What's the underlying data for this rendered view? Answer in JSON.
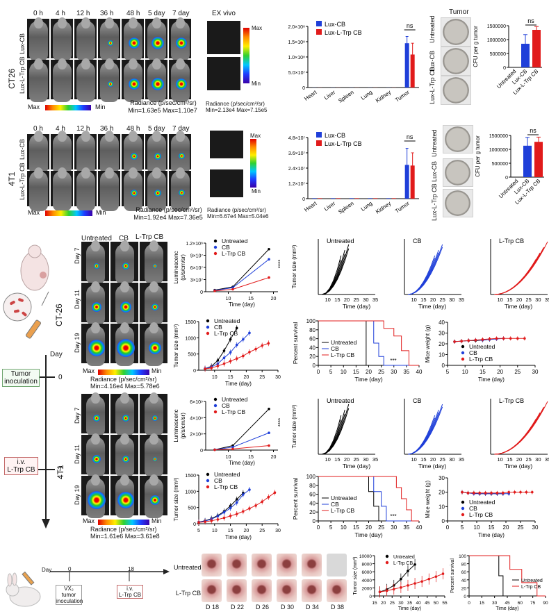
{
  "panelA": {
    "timepoints": [
      "0 h",
      "4 h",
      "12 h",
      "36 h",
      "48 h",
      "5 day",
      "7 day"
    ],
    "row_labels": [
      "Lux-CB",
      "Lux-L-Trp CB"
    ],
    "model": "CT26",
    "colorbar_max": "Max",
    "colorbar_min": "Min",
    "radiance_title": "Radiance (p/sec/cm²/sr)",
    "radiance_range": "Min=1.63e5 Max=1.10e7",
    "exvivo_title": "EX vivo",
    "exvivo_radiance_range": "Radiance (p/sec/cm²/sr)\nMin=2.13e4 Max=7.15e5",
    "tumor_title": "Tumor",
    "dish_labels": [
      "Untreated",
      "Lux-CB",
      "Lux-L-Trp CB"
    ]
  },
  "panelB": {
    "model": "4T1",
    "row_labels": [
      "Lux-CB",
      "Lux-L-Trp CB"
    ],
    "radiance_title": "Radiance (p/sec/cm²/sr)",
    "radiance_range": "Min=1.92e4 Max=7.36e5",
    "exvivo_radiance_range": "Radiance (p/sec/cm²/sr)\nMin=6.67e4 Max=5.04e6",
    "dish_labels": [
      "Untreated",
      "Lux-CB",
      "Lux-L-Trp CB"
    ],
    "colorbar_max": "Max",
    "colorbar_min": "Min"
  },
  "ivis": {
    "group_labels": [
      "Untreated",
      "CB",
      "L-Trp CB"
    ],
    "day_labels": [
      "Day 7",
      "Day 11",
      "Day 19"
    ],
    "ct26_label": "CT-26",
    "ct26_range": "Radiance (p/sec/cm²/sr)\nMin=4.16e4 Max=5.78e6",
    "t4_label": "4T1",
    "t4_range": "Radiance (p/sec/cm²/sr)\nMin=1.61e6 Max=3.61e8",
    "max": "Max",
    "min": "Min"
  },
  "timeline": {
    "day_label": "Day",
    "tumor_inoculation": "Tumor\ninoculation",
    "day0": "0",
    "iv_label": "i.v.\nL-Trp CB",
    "day7": "7"
  },
  "rabbit": {
    "day_label": "Day",
    "d0": "0",
    "d18": "18",
    "vx2": "VX₂ tumor\ninoculation",
    "iv": "i.v.\nL-Trp CB",
    "row_labels": [
      "Untreated",
      "L-Trp CB"
    ],
    "days": [
      "D 18",
      "D 22",
      "D 26",
      "D 30",
      "D 34",
      "D 38"
    ]
  },
  "colors": {
    "untreated": "#000000",
    "cb": "#1f3fd9",
    "ltrp": "#e11b1b"
  },
  "chart_data": [
    {
      "id": "ct26_exvivo_bar",
      "type": "bar",
      "categories": [
        "Heart",
        "Liver",
        "Spleen",
        "Lung",
        "Kidney",
        "Tumor"
      ],
      "series": [
        {
          "name": "Lux-CB",
          "values": [
            300000.0,
            300000.0,
            300000.0,
            300000.0,
            300000.0,
            145000000.0
          ],
          "err": [
            0,
            0,
            0,
            0,
            0,
            22000000.0
          ]
        },
        {
          "name": "Lux-L-Trp CB",
          "values": [
            300000.0,
            300000.0,
            300000.0,
            300000.0,
            300000.0,
            108000000.0
          ],
          "err": [
            0,
            0,
            0,
            0,
            0,
            37000000.0
          ]
        }
      ],
      "yticks": [
        "0",
        "5.0×10⁷",
        "1.0×10⁸",
        "1.5×10⁸",
        "2.0×10⁸"
      ],
      "ylim": [
        0,
        200000000.0
      ],
      "ylabel": "",
      "annotation": "ns"
    },
    {
      "id": "ct26_cfu_bar",
      "type": "bar",
      "categories": [
        "Untreated",
        "Lux-CB",
        "Lux-L-Trp CB"
      ],
      "values": [
        0,
        850000,
        1350000
      ],
      "err": [
        0,
        330000,
        120000
      ],
      "yticks": [
        "0",
        "500000",
        "1000000",
        "1500000"
      ],
      "ylim": [
        0,
        1500000
      ],
      "ylabel": "CFU per g tumor",
      "annotation": "ns"
    },
    {
      "id": "t4_exvivo_bar",
      "type": "bar",
      "categories": [
        "Heart",
        "Liver",
        "Spleen",
        "Lung",
        "Kidney",
        "Tumor"
      ],
      "series": [
        {
          "name": "Lux-CB",
          "values": [
            400000.0,
            400000.0,
            400000.0,
            400000.0,
            400000.0,
            26500000.0
          ],
          "err": [
            0,
            0,
            0,
            0,
            0,
            13000000.0
          ]
        },
        {
          "name": "Lux-L-Trp CB",
          "values": [
            400000.0,
            400000.0,
            400000.0,
            400000.0,
            400000.0,
            26000000.0
          ],
          "err": [
            0,
            0,
            0,
            0,
            0,
            10000000.0
          ]
        }
      ],
      "yticks": [
        "0",
        "1.2×10⁷",
        "2.4×10⁷",
        "3.6×10⁷",
        "4.8×10⁷"
      ],
      "ylim": [
        0,
        48000000.0
      ],
      "annotation": "ns"
    },
    {
      "id": "t4_cfu_bar",
      "type": "bar",
      "categories": [
        "Untreated",
        "Lux-CB",
        "Lux-L-Trp CB"
      ],
      "values": [
        0,
        1130000,
        1270000
      ],
      "err": [
        0,
        300000,
        170000
      ],
      "yticks": [
        "0",
        "500000",
        "1000000",
        "1500000"
      ],
      "ylim": [
        0,
        1500000
      ],
      "ylabel": "CFU per g tumor",
      "annotation": "ns"
    },
    {
      "id": "ct26_lum",
      "type": "line",
      "x": [
        7,
        11,
        19
      ],
      "series": [
        {
          "name": "Untreated",
          "values": [
            4000000.0,
            12000000.0,
            105000000.0
          ]
        },
        {
          "name": "CB",
          "values": [
            3000000.0,
            10000000.0,
            80000000.0
          ]
        },
        {
          "name": "L-Trp CB",
          "values": [
            2000000.0,
            6000000.0,
            35000000.0
          ]
        }
      ],
      "yticks": [
        "0",
        "3×10⁷",
        "6×10⁷",
        "9×10⁷",
        "1.2×10⁸"
      ],
      "xticks": [
        "10",
        "15",
        "20"
      ],
      "xlim": [
        5,
        21
      ],
      "ylim": [
        0,
        120000000.0
      ],
      "xlabel": "Time (day)",
      "ylabel": "Luminescenc\n(p/s/cm/sr)",
      "annotation": "****"
    },
    {
      "id": "ct26_growth",
      "type": "line",
      "x": [
        7,
        9,
        11,
        13,
        15,
        17,
        19,
        21,
        23,
        25,
        27
      ],
      "series": [
        {
          "name": "Untreated",
          "values": [
            50,
            120,
            300,
            600,
            950,
            1300,
            null,
            null,
            null,
            null,
            null
          ]
        },
        {
          "name": "CB",
          "values": [
            50,
            100,
            200,
            380,
            550,
            780,
            950,
            1150,
            null,
            null,
            null
          ]
        },
        {
          "name": "L-Trp CB",
          "values": [
            40,
            70,
            130,
            200,
            280,
            360,
            440,
            560,
            650,
            760,
            830
          ]
        }
      ],
      "yticks": [
        "0",
        "500",
        "1000",
        "1500"
      ],
      "xticks": [
        "10",
        "15",
        "20",
        "25",
        "30"
      ],
      "xlim": [
        5,
        30
      ],
      "ylim": [
        0,
        1500
      ],
      "xlabel": "Time (day)",
      "ylabel": "Tumor size (mm³)"
    },
    {
      "id": "ct26_survival",
      "type": "line",
      "series": [
        {
          "name": "Untreated",
          "x": [
            0,
            19,
            19,
            40
          ],
          "values": [
            100,
            100,
            0,
            0
          ]
        },
        {
          "name": "CB",
          "x": [
            0,
            22,
            22,
            24,
            24,
            26,
            26,
            40
          ],
          "values": [
            100,
            100,
            50,
            50,
            20,
            20,
            0,
            0
          ]
        },
        {
          "name": "L-Trp CB",
          "x": [
            0,
            26,
            26,
            30,
            30,
            33,
            33,
            36,
            36,
            40
          ],
          "values": [
            100,
            100,
            83,
            83,
            66,
            66,
            33,
            33,
            0,
            0
          ]
        }
      ],
      "yticks": [
        "0",
        "20",
        "40",
        "60",
        "80",
        "100"
      ],
      "xticks": [
        "0",
        "5",
        "10",
        "15",
        "20",
        "25",
        "30",
        "35",
        "40"
      ],
      "xlim": [
        0,
        40
      ],
      "ylim": [
        0,
        100
      ],
      "xlabel": "Time (day)",
      "ylabel": "Percent survival",
      "annotation": "***"
    },
    {
      "id": "ct26_weight",
      "type": "line",
      "x": [
        7,
        9,
        11,
        13,
        15,
        17,
        19,
        21,
        23,
        25,
        27
      ],
      "series": [
        {
          "name": "Untreated",
          "values": [
            22,
            22.5,
            23,
            23,
            23.5,
            24,
            null,
            null,
            null,
            null,
            null
          ]
        },
        {
          "name": "CB",
          "values": [
            22,
            22.5,
            23,
            23.5,
            23.5,
            24,
            24.5,
            25,
            null,
            null,
            null
          ]
        },
        {
          "name": "L-Trp CB",
          "values": [
            22,
            22.5,
            23,
            23.5,
            24,
            24.5,
            25,
            25,
            25,
            25,
            25
          ]
        }
      ],
      "yticks": [
        "0",
        "10",
        "20",
        "30",
        "40"
      ],
      "xticks": [
        "5",
        "10",
        "15",
        "20",
        "25",
        "30"
      ],
      "xlim": [
        5,
        30
      ],
      "ylim": [
        0,
        40
      ],
      "xlabel": "Time (day)",
      "ylabel": "Mice weight (g)"
    },
    {
      "id": "t4_lum",
      "type": "line",
      "x": [
        7,
        11,
        19
      ],
      "series": [
        {
          "name": "Untreated",
          "values": [
            50000000.0,
            600000000.0,
            5500000000.0
          ]
        },
        {
          "name": "CB",
          "values": [
            50000000.0,
            400000000.0,
            2300000000.0
          ]
        },
        {
          "name": "L-Trp CB",
          "values": [
            40000000.0,
            150000000.0,
            600000000.0
          ]
        }
      ],
      "yticks": [
        "0",
        "2×10⁹",
        "4×10⁹",
        "6×10⁹"
      ],
      "xticks": [
        "10",
        "15",
        "20"
      ],
      "xlim": [
        5,
        21
      ],
      "ylim": [
        0,
        6500000000.0
      ],
      "xlabel": "Time (day)",
      "ylabel": "Luminescenc\n(p/s/cm/sr)",
      "annotation": "****"
    },
    {
      "id": "t4_growth",
      "type": "line",
      "x": [
        5,
        7,
        9,
        11,
        13,
        15,
        17,
        19,
        21,
        23,
        25,
        27,
        29
      ],
      "series": [
        {
          "name": "Untreated",
          "values": [
            50,
            90,
            160,
            250,
            380,
            550,
            750,
            950,
            null,
            null,
            null,
            null,
            null
          ]
        },
        {
          "name": "CB",
          "values": [
            50,
            80,
            140,
            230,
            350,
            480,
            650,
            900,
            1050,
            null,
            null,
            null,
            null
          ]
        },
        {
          "name": "L-Trp CB",
          "values": [
            40,
            60,
            90,
            130,
            180,
            240,
            300,
            380,
            470,
            560,
            680,
            820,
            960
          ]
        }
      ],
      "yticks": [
        "0",
        "500",
        "1000",
        "1500"
      ],
      "xticks": [
        "5",
        "10",
        "15",
        "20",
        "25",
        "30"
      ],
      "xlim": [
        5,
        30
      ],
      "ylim": [
        0,
        1500
      ],
      "xlabel": "Time (day)",
      "ylabel": "Tumor size (mm³)"
    },
    {
      "id": "t4_survival",
      "type": "line",
      "series": [
        {
          "name": "Untreated",
          "x": [
            0,
            20,
            20,
            22,
            22,
            24,
            24,
            40
          ],
          "values": [
            100,
            100,
            66,
            66,
            33,
            33,
            0,
            0
          ]
        },
        {
          "name": "CB",
          "x": [
            0,
            22,
            22,
            25,
            25,
            27,
            27,
            40
          ],
          "values": [
            100,
            100,
            66,
            66,
            33,
            33,
            0,
            0
          ]
        },
        {
          "name": "L-Trp CB",
          "x": [
            0,
            31,
            31,
            33,
            33,
            35,
            35,
            37,
            37,
            40
          ],
          "values": [
            100,
            100,
            75,
            75,
            50,
            50,
            25,
            25,
            0,
            0
          ]
        }
      ],
      "yticks": [
        "0",
        "20",
        "40",
        "60",
        "80",
        "100"
      ],
      "xticks": [
        "0",
        "5",
        "10",
        "15",
        "20",
        "25",
        "30",
        "35",
        "40"
      ],
      "xlim": [
        0,
        40
      ],
      "ylim": [
        0,
        100
      ],
      "xlabel": "Time (day)",
      "ylabel": "Percent survival",
      "annotation": "***"
    },
    {
      "id": "t4_weight",
      "type": "line",
      "x": [
        5,
        7,
        9,
        11,
        13,
        15,
        17,
        19,
        21,
        23,
        25,
        27,
        29
      ],
      "series": [
        {
          "name": "Untreated",
          "values": [
            20,
            19.5,
            19.5,
            19,
            19,
            19,
            19,
            19,
            null,
            null,
            null,
            null,
            null
          ]
        },
        {
          "name": "CB",
          "values": [
            20,
            19.5,
            19,
            19,
            19,
            19,
            19,
            19,
            19,
            null,
            null,
            null,
            null
          ]
        },
        {
          "name": "L-Trp CB",
          "values": [
            20,
            19.5,
            19.5,
            19.5,
            19.5,
            19.5,
            19.5,
            19.5,
            20,
            20,
            20,
            20,
            20
          ]
        }
      ],
      "yticks": [
        "0",
        "10",
        "20",
        "30"
      ],
      "xticks": [
        "0",
        "5",
        "10",
        "15",
        "20",
        "25",
        "30"
      ],
      "xlim": [
        0,
        30
      ],
      "ylim": [
        0,
        30
      ],
      "xlabel": "Time (day)",
      "ylabel": "Mice weight (g)"
    },
    {
      "id": "rabbit_growth",
      "type": "line",
      "x": [
        18,
        22,
        26,
        30,
        34,
        38,
        42,
        46,
        50,
        54
      ],
      "series": [
        {
          "name": "Untreated",
          "values": [
            1000,
            1600,
            2600,
            4200,
            6200,
            7800,
            null,
            null,
            null,
            null
          ]
        },
        {
          "name": "L-Trp CB",
          "values": [
            1000,
            1300,
            1700,
            2100,
            2600,
            3100,
            3600,
            4200,
            4800,
            5500
          ]
        }
      ],
      "yticks": [
        "0",
        "2000",
        "4000",
        "6000",
        "8000",
        "10000"
      ],
      "xticks": [
        "15",
        "20",
        "25",
        "30",
        "35",
        "40",
        "45",
        "50",
        "55"
      ],
      "xlim": [
        15,
        55
      ],
      "ylim": [
        0,
        10000
      ],
      "xlabel": "Time (day)",
      "ylabel": "Tumor size (mm³)"
    },
    {
      "id": "rabbit_survival",
      "type": "line",
      "series": [
        {
          "name": "Untreated",
          "x": [
            0,
            35,
            35,
            40,
            40,
            90
          ],
          "values": [
            100,
            100,
            50,
            50,
            0,
            0
          ]
        },
        {
          "name": "L-Trp CB",
          "x": [
            0,
            48,
            48,
            62,
            62,
            80,
            80,
            90
          ],
          "values": [
            100,
            100,
            66,
            66,
            33,
            33,
            0,
            0
          ]
        }
      ],
      "yticks": [
        "0",
        "20",
        "40",
        "60",
        "80",
        "100"
      ],
      "xticks": [
        "0",
        "15",
        "30",
        "45",
        "60",
        "75",
        "90"
      ],
      "xlim": [
        0,
        90
      ],
      "ylim": [
        0,
        100
      ],
      "xlabel": "Time (day)",
      "ylabel": "Percent survival"
    }
  ]
}
